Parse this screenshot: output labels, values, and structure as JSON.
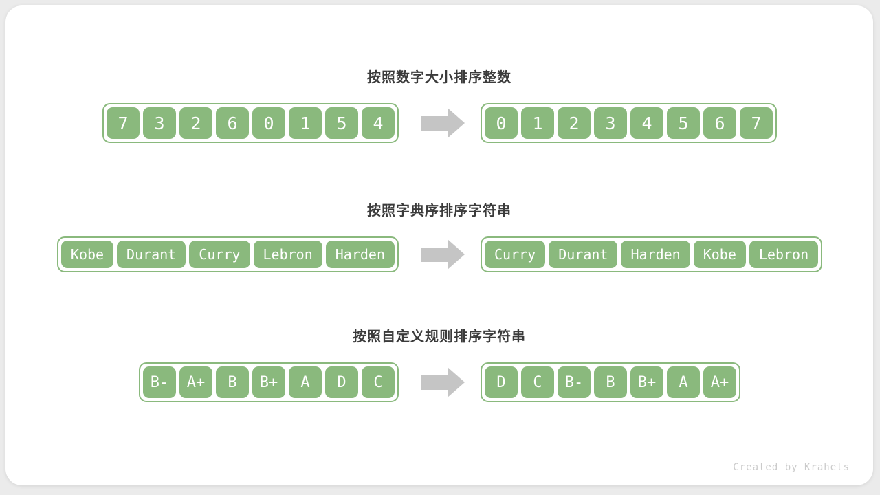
{
  "watermark": "Created by Krahets",
  "colors": {
    "background": "#ebebeb",
    "card": "#ffffff",
    "box_green": "#8ab97d",
    "box_text": "#ffffff",
    "title_text": "#3b3b3b",
    "arrow_gray": "#c5c5c5",
    "watermark_gray": "#cbcbcb"
  },
  "icons": {
    "arrow": "right-block-arrow"
  },
  "sections": [
    {
      "title": "按照数字大小排序整数",
      "variant": "digits",
      "before": [
        "7",
        "3",
        "2",
        "6",
        "0",
        "1",
        "5",
        "4"
      ],
      "after": [
        "0",
        "1",
        "2",
        "3",
        "4",
        "5",
        "6",
        "7"
      ]
    },
    {
      "title": "按照字典序排序字符串",
      "variant": "words",
      "before": [
        "Kobe",
        "Durant",
        "Curry",
        "Lebron",
        "Harden"
      ],
      "after": [
        "Curry",
        "Durant",
        "Harden",
        "Kobe",
        "Lebron"
      ]
    },
    {
      "title": "按照自定义规则排序字符串",
      "variant": "grades",
      "before": [
        "B-",
        "A+",
        "B",
        "B+",
        "A",
        "D",
        "C"
      ],
      "after": [
        "D",
        "C",
        "B-",
        "B",
        "B+",
        "A",
        "A+"
      ]
    }
  ]
}
